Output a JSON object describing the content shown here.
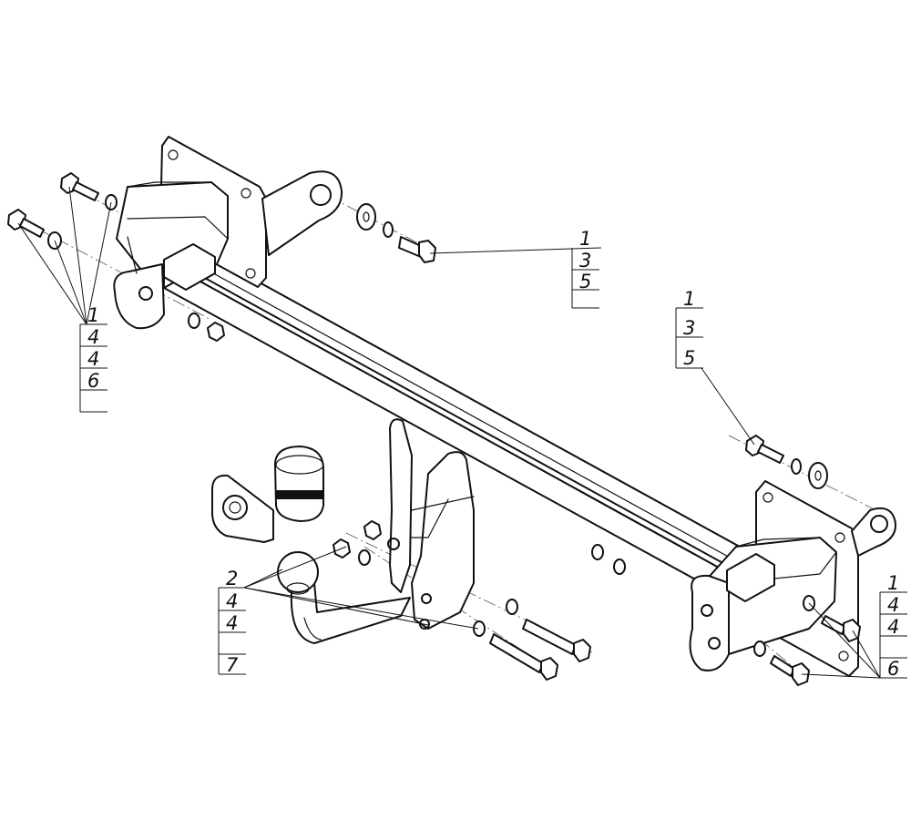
{
  "callouts": [
    {
      "id": "left-bolt-group",
      "labels": [
        "1",
        "4",
        "4",
        "6"
      ]
    },
    {
      "id": "top-right-bolt-group",
      "labels": [
        "1",
        "3",
        "5"
      ]
    },
    {
      "id": "right-side-bolt-group",
      "labels": [
        "1",
        "3",
        "5"
      ]
    },
    {
      "id": "tow-ball-group",
      "labels": [
        "2",
        "4",
        "4",
        "7"
      ]
    },
    {
      "id": "right-bottom-bolt-group",
      "labels": [
        "1",
        "4",
        "4",
        "6"
      ]
    }
  ]
}
